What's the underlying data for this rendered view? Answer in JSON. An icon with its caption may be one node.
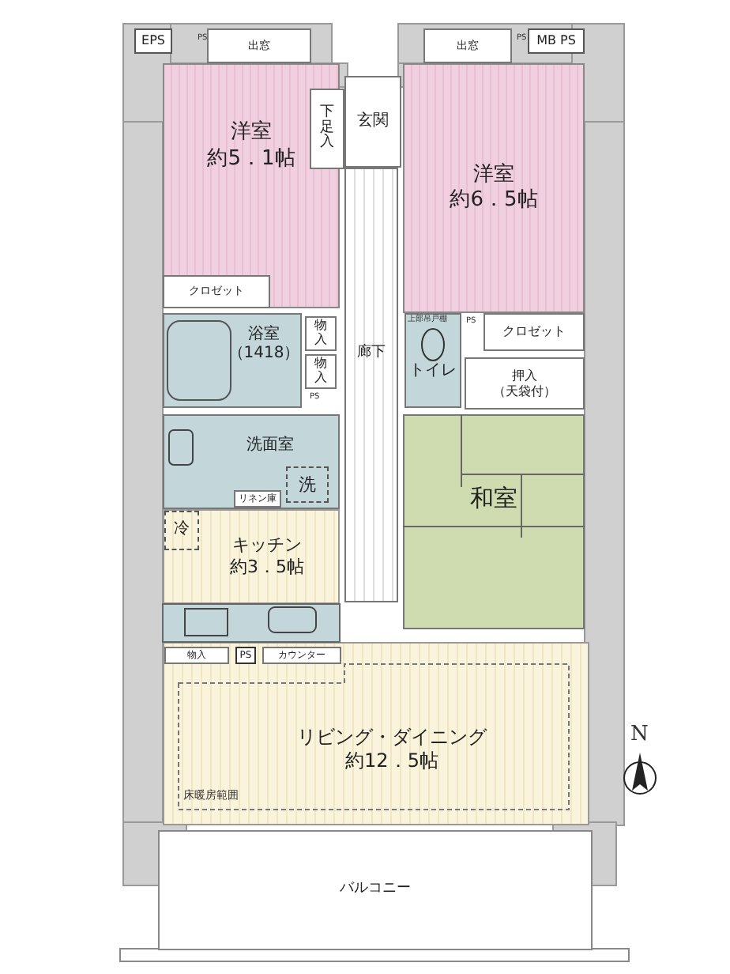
{
  "diagram": {
    "nodes": [
      {
        "text": [
          "EPS"
        ]
      },
      {
        "text": [
          "出窓"
        ]
      },
      {
        "text": [
          "出窓"
        ]
      },
      {
        "text": [
          "MB PS"
        ]
      },
      {
        "text": [
          "洋室",
          "約5．1帖"
        ]
      },
      {
        "text": [
          "下足入"
        ]
      },
      {
        "text": [
          "玄関"
        ]
      },
      {
        "text": [
          "洋室",
          "約6．5帖"
        ]
      },
      {
        "text": [
          "クロゼット"
        ],
        "in": 4
      },
      {
        "text": [
          "廊下"
        ]
      },
      {
        "text": [
          "浴室",
          "（1418）"
        ]
      },
      {
        "text": [
          "物入"
        ]
      },
      {
        "text": [
          "物入"
        ]
      },
      {
        "text": [
          "トイレ"
        ]
      },
      {
        "text": [
          "クロゼット"
        ]
      },
      {
        "text": [
          "押入",
          "（天袋付）"
        ]
      },
      {
        "text": [
          "洗面室"
        ]
      },
      {
        "text": [
          "洗"
        ],
        "in": 16
      },
      {
        "text": [
          "リネン庫"
        ],
        "in": 16
      },
      {
        "text": [
          "和室"
        ]
      },
      {
        "text": [
          "キッチン",
          "約3．5帖"
        ]
      },
      {
        "text": [
          "冷"
        ],
        "in": 20
      },
      {
        "text": [
          "リビング・ダイニング",
          "約12．5帖"
        ]
      },
      {
        "text": [
          "物入"
        ],
        "in": 22
      },
      {
        "text": [
          "PS"
        ],
        "in": 22
      },
      {
        "text": [
          "カウンター"
        ],
        "in": 22
      },
      {
        "text": [
          "バルコニー"
        ]
      }
    ],
    "labels": [
      "PS",
      "PS",
      "上部吊戸棚",
      "PS",
      "PS",
      "床暖房範囲",
      "N"
    ]
  }
}
